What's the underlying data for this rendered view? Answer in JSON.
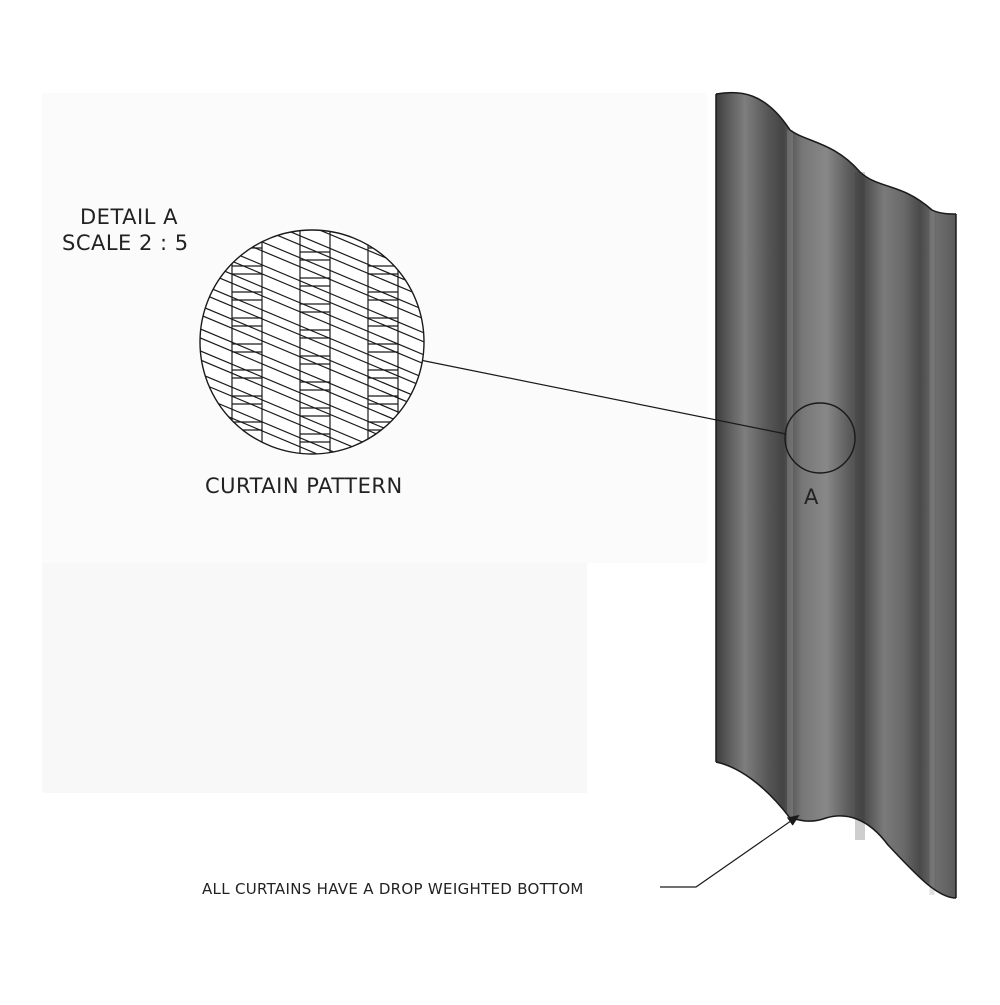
{
  "detail": {
    "title": "DETAIL A",
    "scale": "SCALE 2 : 5",
    "caption": "CURTAIN PATTERN",
    "marker": "A"
  },
  "note": {
    "text": "ALL CURTAINS HAVE A DROP WEIGHTED BOTTOM"
  },
  "colors": {
    "curtain_base": "#6c6c6c",
    "curtain_fold_dark": "#474747",
    "curtain_fold_light": "#8a8a8a",
    "line": "#1a1a1a",
    "panel_shade": "#f7f7f7"
  }
}
